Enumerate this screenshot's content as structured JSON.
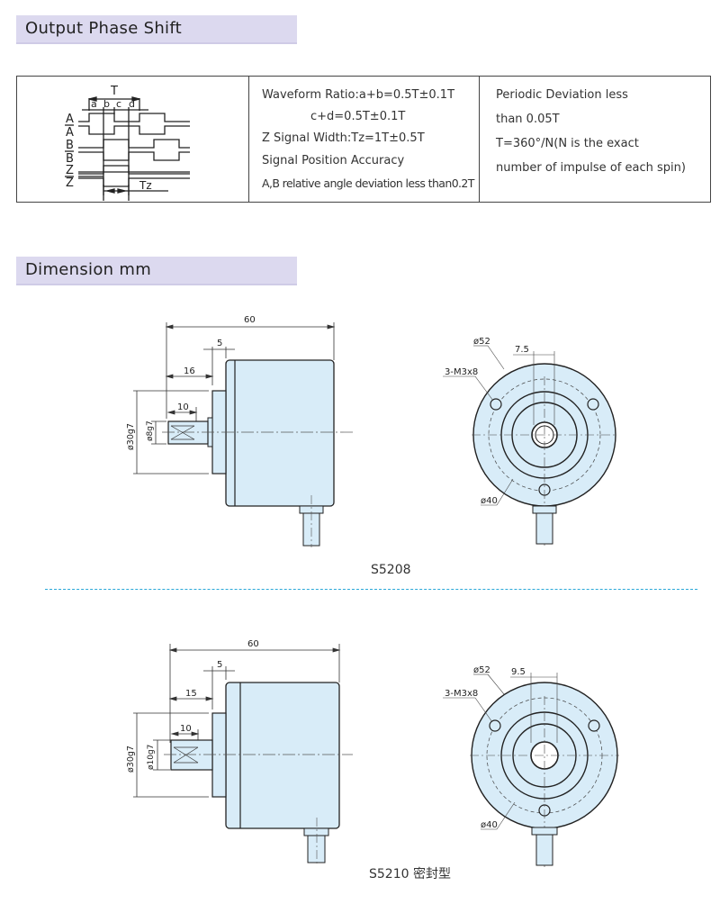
{
  "sections": {
    "phase": {
      "title": "Output Phase Shift"
    },
    "dimension": {
      "title": "Dimension mm"
    }
  },
  "phase_table": {
    "waveform": {
      "signals": [
        "A",
        "A",
        "B",
        "B",
        "Z",
        "Z"
      ],
      "period_label": "T",
      "segment_labels": [
        "a",
        "b",
        "c",
        "d"
      ],
      "z_width_label": "Tz"
    },
    "middle": {
      "lines": [
        "Waveform Ratio:a+b=0.5T±0.1T",
        "c+d=0.5T±0.1T",
        "Z Signal Width:Tz=1T±0.5T",
        "Signal Position Accuracy",
        "A,B relative angle deviation less than0.2T"
      ]
    },
    "right": {
      "lines": [
        "Periodic Deviation less",
        "than 0.05T",
        "T=360°/N(N is the exact",
        "number of impulse of each spin)"
      ]
    }
  },
  "drawings": [
    {
      "model": "S5208",
      "side": {
        "overall_length": "60",
        "flange": "5",
        "shaft_offset": "16",
        "shaft_length": "10",
        "body_dia": "ø30g7",
        "shaft_dia": "ø8g7"
      },
      "front": {
        "outer_dia": "ø52",
        "bolt_circle": "ø40",
        "holes": "3-M3x8",
        "bore_width": "7.5"
      }
    },
    {
      "model": "S5210 密封型",
      "side": {
        "overall_length": "60",
        "flange": "5",
        "shaft_offset": "15",
        "shaft_length": "10",
        "body_dia": "ø30g7",
        "shaft_dia": "ø10g7"
      },
      "front": {
        "outer_dia": "ø52",
        "bolt_circle": "ø40",
        "holes": "3-M3x8",
        "bore_width": "9.5"
      }
    }
  ],
  "colors": {
    "header_bg": "#dcd9ef",
    "drawing_fill": "#d8ecf8",
    "divider": "#2aa8d8"
  }
}
